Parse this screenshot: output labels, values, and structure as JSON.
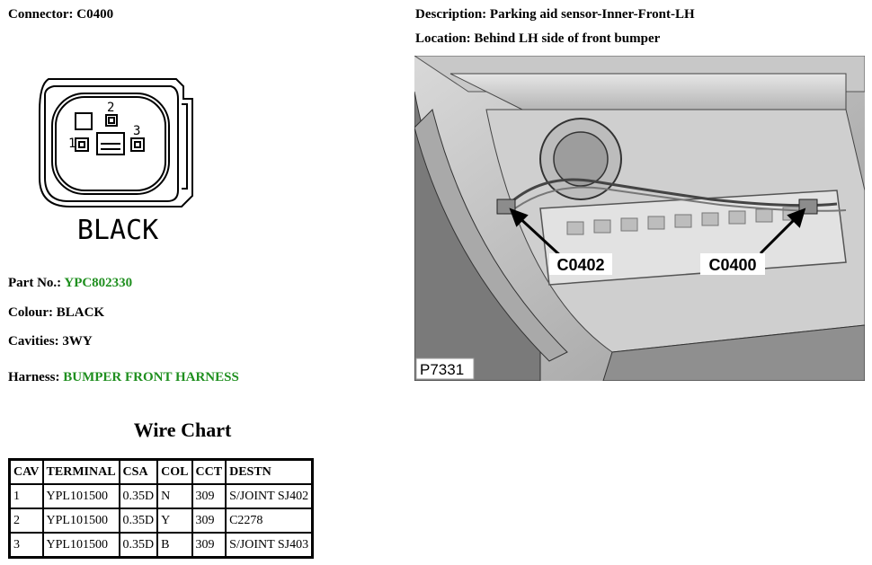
{
  "connector": {
    "label": "Connector:",
    "value": "C0400"
  },
  "description": {
    "label": "Description:",
    "value": "Parking aid sensor-Inner-Front-LH"
  },
  "location": {
    "label": "Location:",
    "value": "Behind LH side of front bumper"
  },
  "diagram": {
    "color_text": "BLACK",
    "pins": [
      "1",
      "2",
      "3"
    ]
  },
  "part_no": {
    "label": "Part No.:",
    "value": "YPC802330"
  },
  "colour": {
    "label": "Colour:",
    "value": "BLACK"
  },
  "cavities": {
    "label": "Cavities:",
    "value": "3WY"
  },
  "harness": {
    "label": "Harness:",
    "value": "BUMPER FRONT HARNESS"
  },
  "photo": {
    "callouts": [
      "C0402",
      "C0400"
    ],
    "figure_id": "P7331"
  },
  "wire_chart": {
    "title": "Wire Chart",
    "headers": [
      "CAV",
      "TERMINAL",
      "CSA",
      "COL",
      "CCT",
      "DESTN"
    ],
    "rows": [
      [
        "1",
        "YPL101500",
        "0.35D",
        "N",
        "309",
        "S/JOINT SJ402"
      ],
      [
        "2",
        "YPL101500",
        "0.35D",
        "Y",
        "309",
        "C2278"
      ],
      [
        "3",
        "YPL101500",
        "0.35D",
        "B",
        "309",
        "S/JOINT SJ403"
      ]
    ]
  },
  "colors": {
    "link_green": "#1f8f1f"
  }
}
